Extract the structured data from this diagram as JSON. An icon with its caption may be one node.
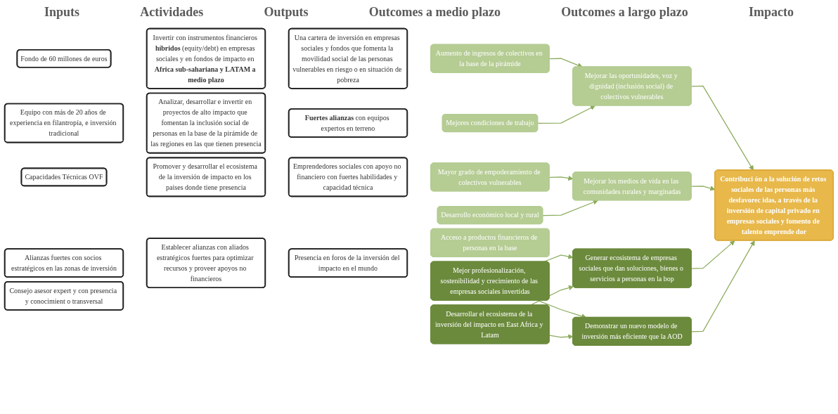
{
  "diagram": {
    "nodes": [
      {
        "text": [
          "Fondo de 60 millones de euros"
        ]
      },
      {
        "text": [
          "Equipo con más de 20 años de experiencia en filantropía, e inversión tradicional"
        ]
      },
      {
        "text": [
          "Capacidades Técnicas OVF"
        ]
      },
      {
        "text": [
          "Alianzas fuertes con socios estratégicos en las zonas de inversión"
        ]
      },
      {
        "text": [
          "Consejo asesor expert y con presencia y conocimient o transversal"
        ]
      },
      {
        "text": [
          "Invertir con instrumentos financieros **híbridos** (equity/debt) en empresas sociales y en fondos de impacto en **Africa sub-sahariana y LATAM a medio plazo**"
        ]
      },
      {
        "text": [
          "Analizar, desarrollar e invertir en proyectos de alto impacto que fomentan la inclusión social de personas en la base de la pirámide de las regiones en las que tienen presencia"
        ]
      },
      {
        "text": [
          "Promover y desarrollar el ecosistema de la inversión de impacto en los paises donde tiene presencia"
        ]
      },
      {
        "text": [
          "Establecer alianzas con aliados estratégicos fuertes para optimizar recursos y proveer apoyos no financieros"
        ]
      },
      {
        "text": [
          "Una cartera de inversión en empresas sociales y fondos que fomenta la movilidad social de las personas vulnerables en riesgo o en situación de pobreza"
        ]
      },
      {
        "text": [
          "**Fuertes alianzas** con equipos expertos en terreno"
        ]
      },
      {
        "text": [
          "Emprendedores sociales con apoyo no financiero con fuertes habilidades y capacidad técnica"
        ]
      },
      {
        "text": [
          "Presencia en foros de la inversión del impacto en el mundo"
        ]
      },
      {
        "text": [
          "Aumento de ingresos de colectivos en la base de la pirámide"
        ]
      },
      {
        "text": [
          "Mejores condiciones de trabajo"
        ]
      },
      {
        "text": [
          "Mayor grado de empoderamiento de colectivos vulnerables"
        ]
      },
      {
        "text": [
          "Desarrollo económico local y rural"
        ]
      },
      {
        "text": [
          "Acceso a productos financieros de personas en la base"
        ]
      },
      {
        "text": [
          "Mejor profesionalización, sostenibilidad y crecimiento de las empresas sociales invertidas"
        ]
      },
      {
        "text": [
          "Desarrollar el ecosistema de la inversión del impacto en East Africa y Latam"
        ]
      },
      {
        "text": [
          "Mejorar las oportunidades, voz y dignidad (inclusión social) de colectivos vulnerables"
        ]
      },
      {
        "text": [
          "Mejorar los medios de vida en las comunidades rurales y marginadas"
        ]
      },
      {
        "text": [
          "Generar ecosistema de empresas sociales que dan soluciones, bienes o servicios a personas en la bop"
        ]
      },
      {
        "text": [
          "Demonstrar un nuevo modelo de inversión más eficiente que la AOD"
        ]
      },
      {
        "text": [
          "Contribuci ón a la solución de retos sociales de las personas más desfavorec idas, a través de la inversión de capital privado en empresas sociales y fomento de talento emprende dor"
        ]
      }
    ],
    "edges": [
      {
        "from": 13,
        "to": 20,
        "arrow": "to"
      },
      {
        "from": 14,
        "to": 20,
        "arrow": "to"
      },
      {
        "from": 15,
        "to": 21,
        "arrow": "to"
      },
      {
        "from": 16,
        "to": 21,
        "arrow": "to"
      },
      {
        "from": 18,
        "to": 22,
        "arrow": "to"
      },
      {
        "from": 18,
        "to": 23,
        "arrow": "to"
      },
      {
        "from": 19,
        "to": 22,
        "arrow": "to"
      },
      {
        "from": 19,
        "to": 23,
        "arrow": "to"
      },
      {
        "from": 20,
        "to": 24,
        "arrow": "to"
      },
      {
        "from": 21,
        "to": 24,
        "arrow": "to"
      },
      {
        "from": 22,
        "to": 24,
        "arrow": "to"
      },
      {
        "from": 23,
        "to": 24,
        "arrow": "to"
      }
    ],
    "labels": [
      "Inputs",
      "Actividades",
      "Outputs",
      "Outcomes a medio plazo",
      "Outcomes a largo plazo",
      "Impacto"
    ]
  }
}
